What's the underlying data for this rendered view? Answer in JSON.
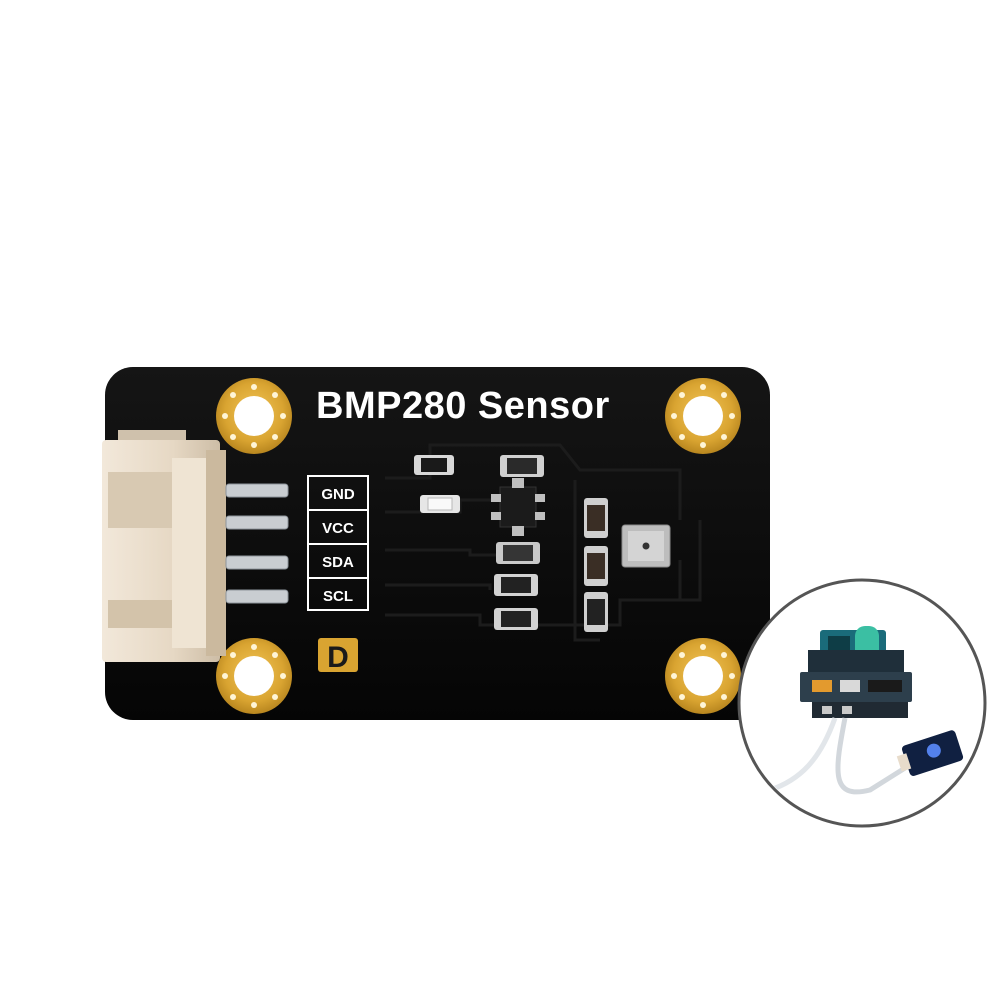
{
  "board": {
    "title": "BMP280 Sensor",
    "logo_letter": "D",
    "pcb_color": "#0a0a0a",
    "pad_color": "#d9a431",
    "connector_color": "#e8dccb"
  },
  "pins": [
    {
      "label": "GND"
    },
    {
      "label": "VCC"
    },
    {
      "label": "SDA"
    },
    {
      "label": "SCL"
    }
  ],
  "inset": {
    "description_icon": "setup-photo-icon"
  }
}
